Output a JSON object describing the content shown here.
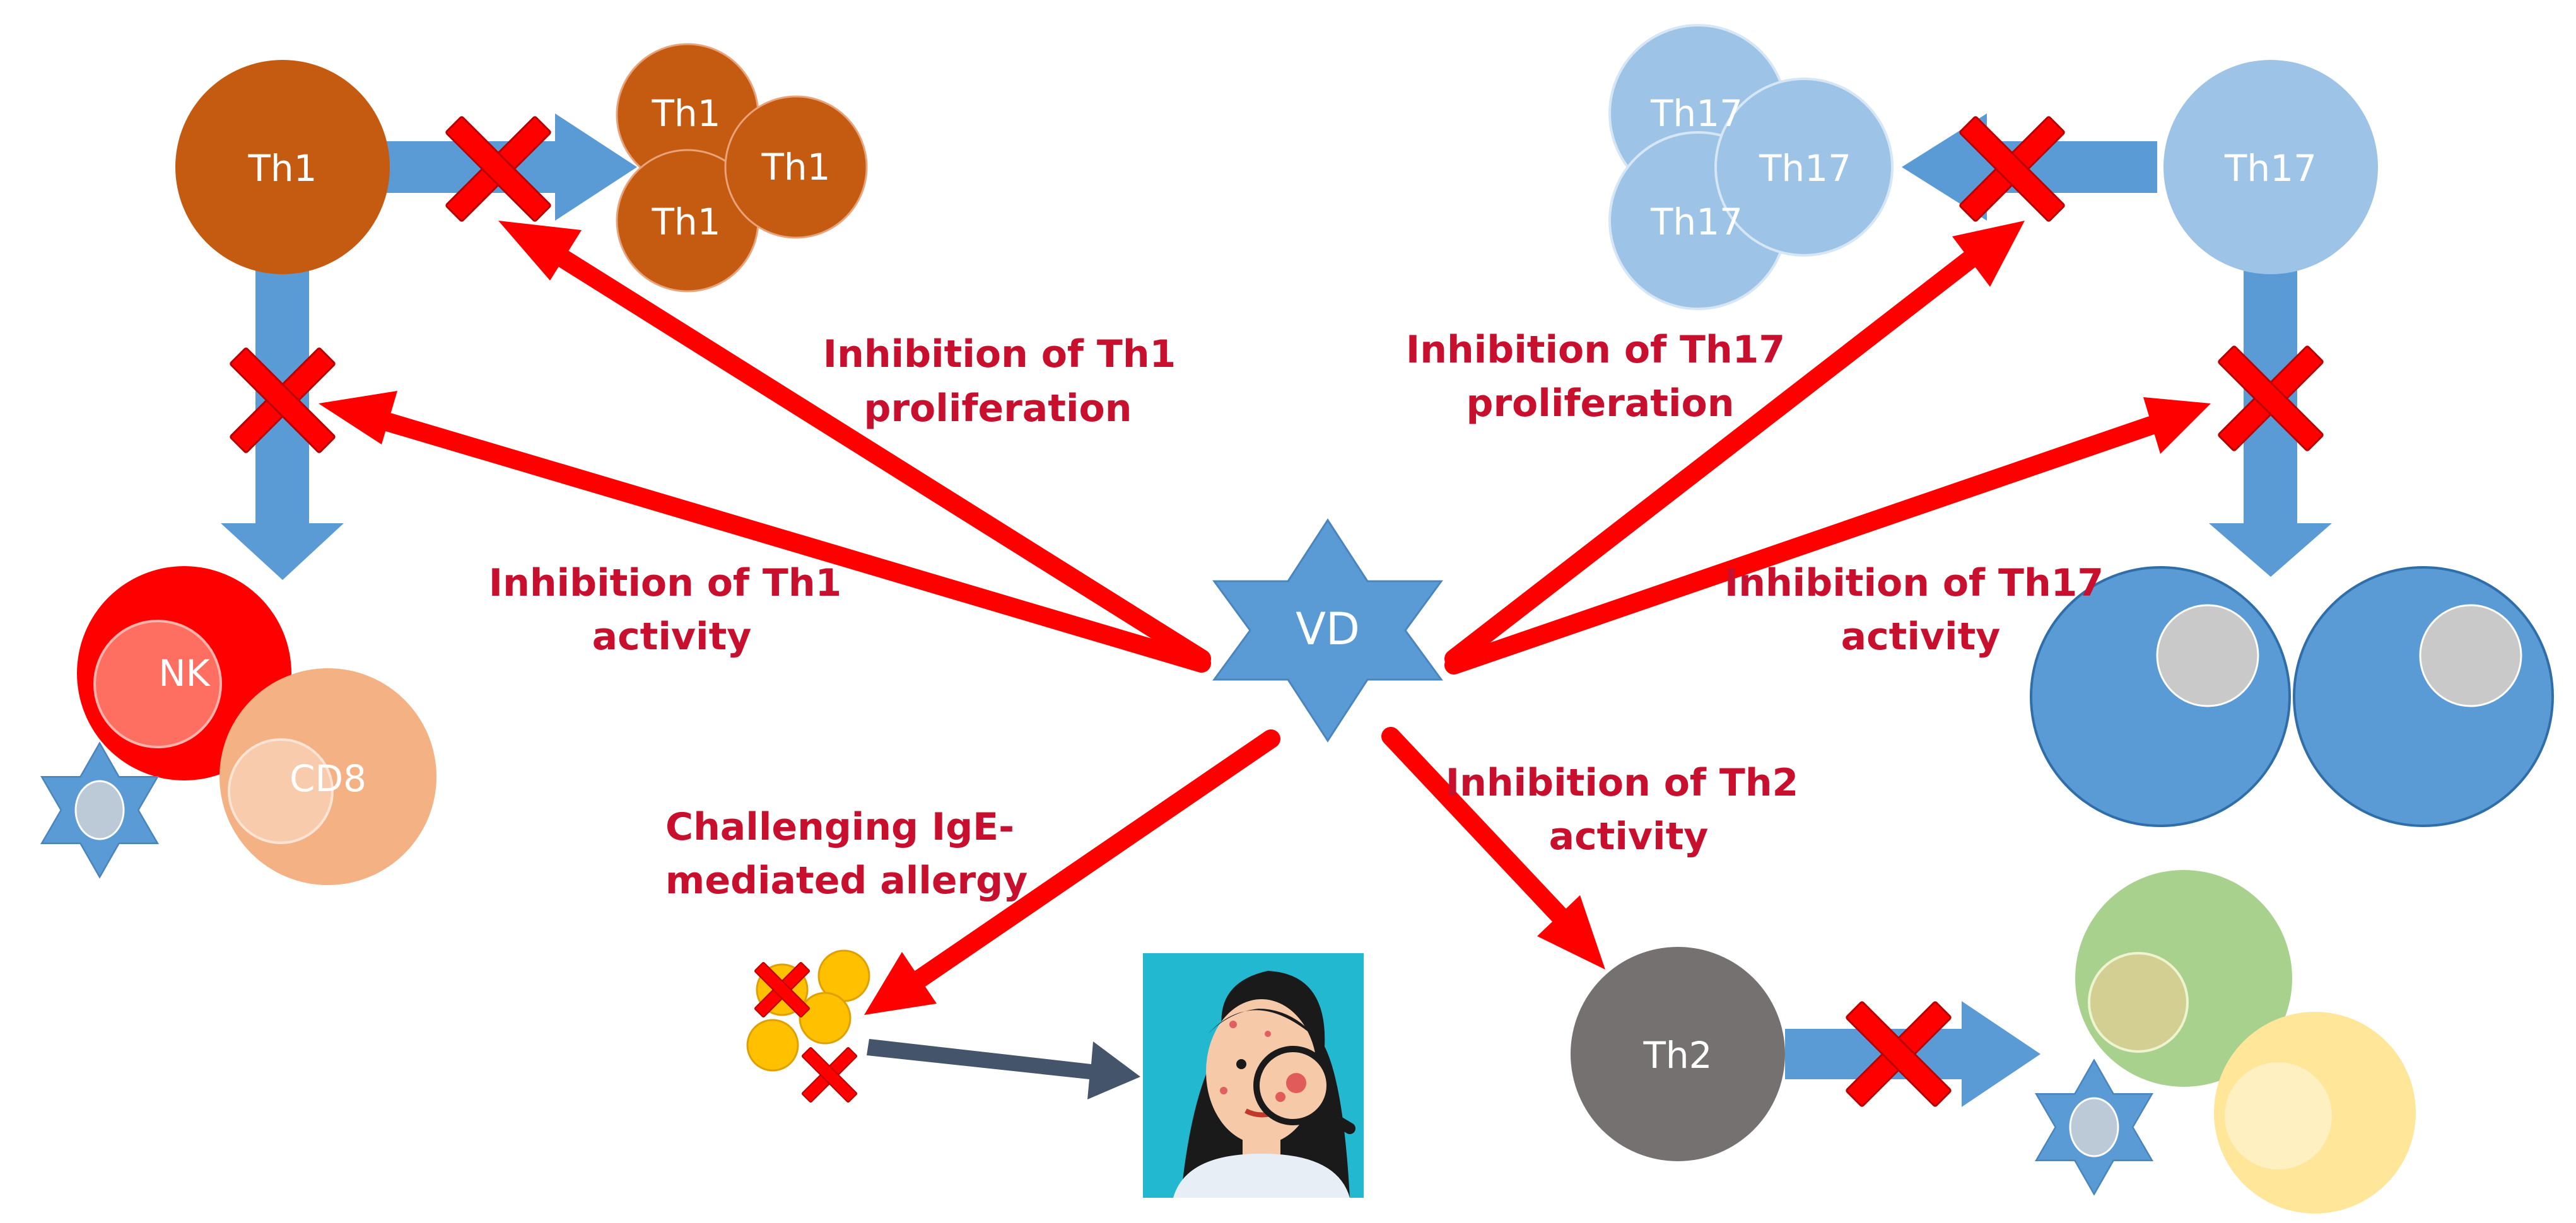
{
  "cells": {
    "th1_main": "Th1",
    "th1_cluster": [
      "Th1",
      "Th1",
      "Th1"
    ],
    "th17_main": "Th17",
    "th17_cluster": [
      "Th17",
      "Th17",
      "Th17"
    ],
    "nk": "NK",
    "cd8": "CD8",
    "th2": "Th2",
    "vd": "VD"
  },
  "captions": {
    "th1_proliferation": [
      "Inhibition of Th1",
      "proliferation"
    ],
    "th1_activity": [
      "Inhibition of Th1",
      "activity"
    ],
    "th17_proliferation": [
      "Inhibition of Th17",
      "proliferation"
    ],
    "th17_activity": [
      "Inhibition of Th17",
      "activity"
    ],
    "th2_activity": [
      "Inhibition of Th2",
      "activity"
    ],
    "ige_allergy": [
      "Challenging IgE-",
      "mediated allergy"
    ]
  },
  "colors": {
    "th1": "#c55a11",
    "th17": "#9dc3e6",
    "flow_arrow": "#5b9bd5",
    "inhibition_arrow": "#ff0000",
    "caption_text": "#c8102e",
    "nk": "#ff0000",
    "cd8": "#f4b183",
    "th2": "#767171",
    "macrophage": "#5b9bd5",
    "nucleus": "#c9c9c9",
    "green_cell": "#a9d18e",
    "yellow_cell": "#ffe699",
    "gold_granule": "#ffc000",
    "dark_arrow": "#44546a",
    "portrait_bg": "#22b8cf"
  },
  "icons": [
    "block-cross-icon",
    "star-cell-icon",
    "woman-skin-icon",
    "magnifier-icon"
  ]
}
